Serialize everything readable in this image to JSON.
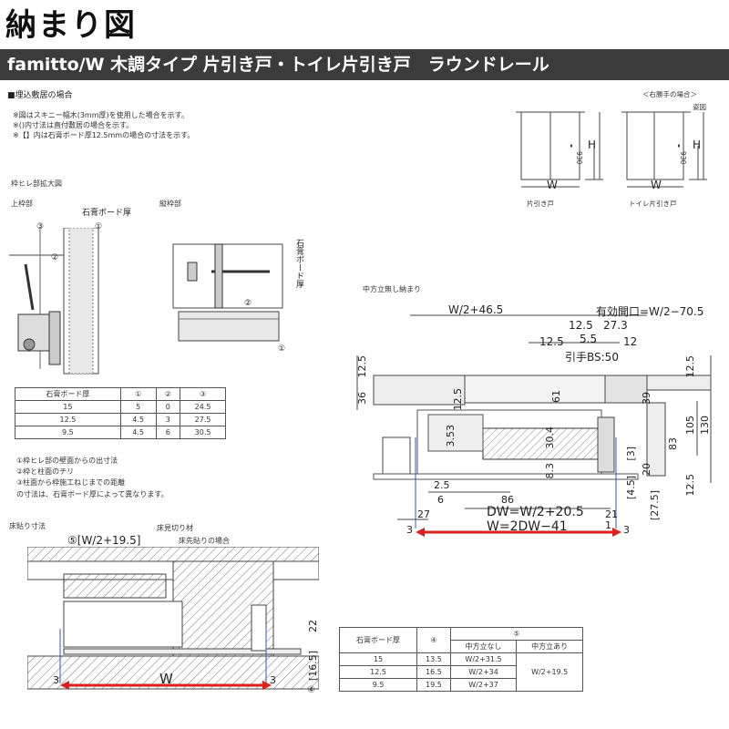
{
  "header": {
    "title": "納まり図",
    "subtitle": "famitto/W 木調タイプ 片引き戸・トイレ片引き戸　ラウンドレール"
  },
  "notes": {
    "section_heading": "■埋込敷居の場合",
    "note1": "※図はスキニー幅木(3mm厚)を使用した場合を示す。",
    "note2": "※()内寸法は直付敷居の場合を示す。",
    "note3": "※【】内は石膏ボード厚12.5mmの場合の寸法を示す。"
  },
  "elevation": {
    "right_hand_caption": "＜右勝手の場合＞",
    "view_label": "姿図",
    "door1_label": "片引き戸",
    "door2_label": "トイレ片引き戸",
    "w": "W",
    "h": "H",
    "dim_930": "930"
  },
  "frame_detail": {
    "heading": "枠ヒレ部拡大図",
    "top_label": "上枠部",
    "vertical_label": "縦枠部",
    "gypsum_label": "石膏ボード厚",
    "gypsum_label_v": "石膏ボード厚",
    "c1": "①",
    "c2": "②",
    "c3": "③"
  },
  "thickness_table": {
    "headers": [
      "石膏ボード厚",
      "①",
      "②",
      "③"
    ],
    "rows": [
      [
        "15",
        "5",
        "0",
        "24.5"
      ],
      [
        "12.5",
        "4.5",
        "3",
        "27.5"
      ],
      [
        "9.5",
        "4.5",
        "6",
        "30.5"
      ]
    ]
  },
  "legend": {
    "l1": "①枠ヒレ部の壁面からの出寸法",
    "l2": "②枠と柱面のチリ",
    "l3": "③柱面から枠施工ねじまでの距離",
    "l4": "の寸法は、石膏ボード厚によって異なります。"
  },
  "plan": {
    "heading": "中方立無し納まり",
    "dim_w2_465": "W/2+46.5",
    "dim_opening": "有効開口=W/2−70.5",
    "d125a": "12.5",
    "d273": "27.3",
    "d55": "5.5",
    "d125b": "12.5",
    "d12": "12",
    "pull_bs": "引手BS:50",
    "left_125": "12.5",
    "left_36": "36",
    "in_125": "12.5",
    "d61": "61",
    "d353": "3.53",
    "d304": "30.4",
    "d83a": "8.3",
    "d39": "39",
    "d105": "105",
    "d130": "130",
    "right_125a": "12.5",
    "d83b": "83",
    "d3b": "[3]",
    "d20": "20",
    "d45": "[4.5]",
    "d275": "[27.5]",
    "right_125b": "12.5",
    "d25": "2.5",
    "d6": "6",
    "d86": "86",
    "d27": "27",
    "dw": "DW=W/2+20.5",
    "d21": "21",
    "w_total": "W=2DW−41",
    "three_l": "3",
    "three_r": "3",
    "one": "1"
  },
  "floor": {
    "heading": "床貼り寸法",
    "cut": "床見切り材",
    "case": "床先貼りの場合",
    "dim5": "⑤[W/2+19.5]",
    "w": "W",
    "three_l": "3",
    "three_r": "3",
    "d22": "22",
    "d165": "[16.5]",
    "c4": "④"
  },
  "floor_table": {
    "h_gypsum": "石膏ボード厚",
    "h4": "④",
    "h5": "⑤",
    "h_no": "中方立なし",
    "h_yes": "中方立あり",
    "rows": [
      [
        "15",
        "13.5",
        "W/2+31.5"
      ],
      [
        "12.5",
        "16.5",
        "W/2+34"
      ],
      [
        "9.5",
        "19.5",
        "W/2+37"
      ]
    ],
    "merged": "W/2+19.5"
  },
  "colors": {
    "red": "#d9221f",
    "blue": "#3355cc",
    "bar": "#3b3b3b"
  }
}
